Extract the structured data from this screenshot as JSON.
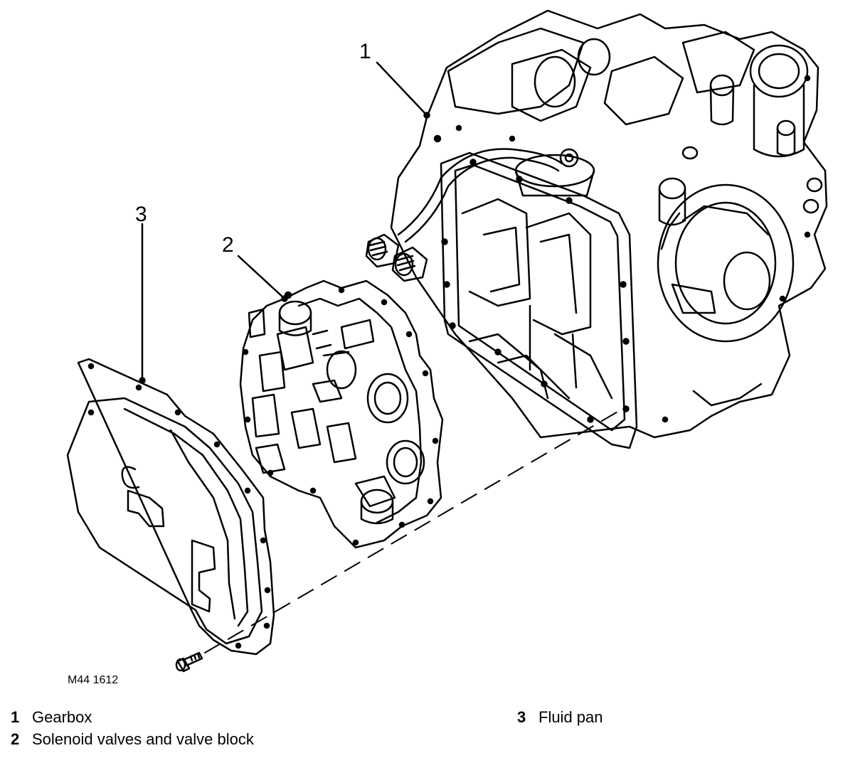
{
  "figure_id": "M44 1612",
  "callouts": [
    {
      "num": "1",
      "label": "Gearbox"
    },
    {
      "num": "2",
      "label": "Solenoid valves and valve block"
    },
    {
      "num": "3",
      "label": "Fluid pan"
    }
  ],
  "line_color": "#000000",
  "background": "#ffffff"
}
